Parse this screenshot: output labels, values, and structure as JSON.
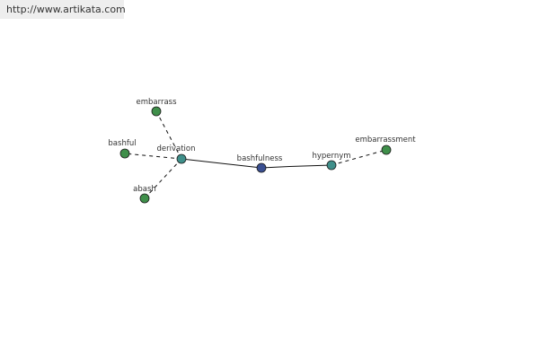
{
  "watermark": {
    "url": "http://www.artikata.com"
  },
  "colors": {
    "leaf_node": "#3f8f4a",
    "relation_node": "#3f8f8a",
    "center_node": "#3a4f92",
    "edge": "#111111",
    "label": "#333333"
  },
  "graph": {
    "nodes": [
      {
        "id": "bashfulness",
        "label": "bashfulness",
        "kind": "center"
      },
      {
        "id": "derivation",
        "label": "derivation",
        "kind": "relation"
      },
      {
        "id": "hypernym",
        "label": "hypernym",
        "kind": "relation"
      },
      {
        "id": "embarrass",
        "label": "embarrass",
        "kind": "leaf"
      },
      {
        "id": "bashful",
        "label": "bashful",
        "kind": "leaf"
      },
      {
        "id": "abash",
        "label": "abash",
        "kind": "leaf"
      },
      {
        "id": "embarrassment",
        "label": "embarrassment",
        "kind": "leaf"
      }
    ],
    "edges": [
      {
        "from": "derivation",
        "to": "bashfulness",
        "style": "solid"
      },
      {
        "from": "bashfulness",
        "to": "hypernym",
        "style": "solid"
      },
      {
        "from": "derivation",
        "to": "embarrass",
        "style": "dashed"
      },
      {
        "from": "derivation",
        "to": "bashful",
        "style": "dashed"
      },
      {
        "from": "derivation",
        "to": "abash",
        "style": "dashed"
      },
      {
        "from": "hypernym",
        "to": "embarrassment",
        "style": "dashed"
      }
    ]
  }
}
